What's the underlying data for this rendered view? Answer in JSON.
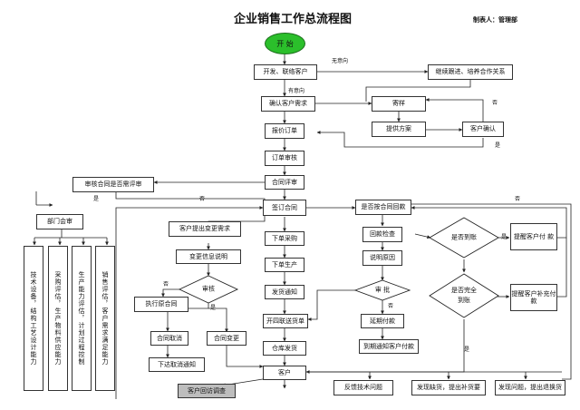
{
  "header": {
    "title": "企业销售工作总流程图",
    "author": "制表人：管理部"
  },
  "start": "开 始",
  "boxes": {
    "develop": "开发、联络客户",
    "follow": "继续跟进、培养合作关系",
    "confirm_needs": "确认客户需求",
    "send_sample": "寄样",
    "plan": "提供方案",
    "customer_confirm": "客户确认",
    "quote": "报价订单",
    "order_review": "订单审核",
    "contract_review": "合同评审",
    "check_contract": "审核合同是否需评审",
    "dept_meeting": "部门会审",
    "sign": "签订合同",
    "has_payment": "是否按合同回款",
    "change_request": "客户提出变更需求",
    "change_info": "变更信息说明",
    "execute": "执行原合同",
    "cancel": "合同取消",
    "change": "合同变更",
    "notice_cancel": "下达取消通知",
    "purchase": "下单采购",
    "produce": "下单生产",
    "ship_notice": "发货通知",
    "joint_sheet": "开四联送货单",
    "warehouse": "仓库发货",
    "customer": "客户",
    "visit": "客户回访调查",
    "payment_check": "回款检查",
    "explain": "说明原因",
    "delay": "延期付款",
    "notify_late": "到期通知客户付款",
    "remind_pay": "提醒客户付 款",
    "remind_fill": "提醒客户补充付款",
    "tech_issue": "反馈技术问题",
    "short_supply": "发现缺货，提出补货要",
    "problem": "发现问题，提出退换货"
  },
  "vertical": {
    "tech": "技术设备，结构工艺设计能力",
    "procure": "采购评估，生产物料供应能力",
    "production": "生产能力评估，计划过程控制",
    "sales": "销售评估，客户需求满足能力"
  },
  "decisions": {
    "review": "审核",
    "approve": "审 批",
    "arrived": "是否到账",
    "complete": "是否完全到账"
  },
  "labels": {
    "no_intent": "无意向",
    "intent": "有意向",
    "no": "否",
    "yes": "是",
    "no2": "否",
    "yes2": "是",
    "no3": "否",
    "no4": "否",
    "yes3": "是",
    "no5": "否",
    "yes4": "是",
    "yes5": "是"
  }
}
